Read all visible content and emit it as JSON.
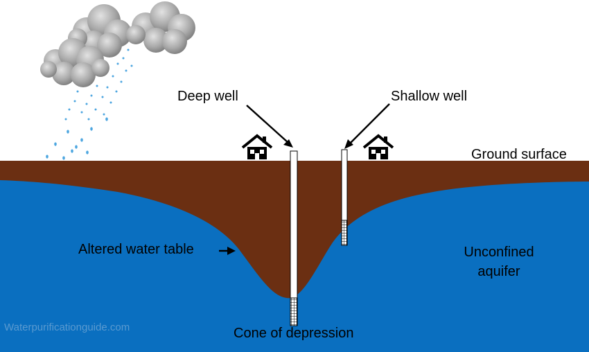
{
  "labels": {
    "deep_well": "Deep well",
    "shallow_well": "Shallow well",
    "ground_surface": "Ground surface",
    "altered_water_table": "Altered water table",
    "unconfined_aquifer": "Unconfined\naquifer",
    "cone_of_depression": "Cone of depression"
  },
  "watermark": "Waterpurificationguide.com",
  "colors": {
    "soil": "#6b2f12",
    "aquifer": "#0a6fc0",
    "sky": "#ffffff",
    "cloud": "#a8a8a8",
    "rain": "#4da6e0",
    "well_casing": "#ffffff",
    "text": "#000000",
    "watermark": "#5a9ad0"
  },
  "icons": {
    "cloud": "cloud-icon",
    "house": "house-icon",
    "rain": "raindrop-icon"
  }
}
